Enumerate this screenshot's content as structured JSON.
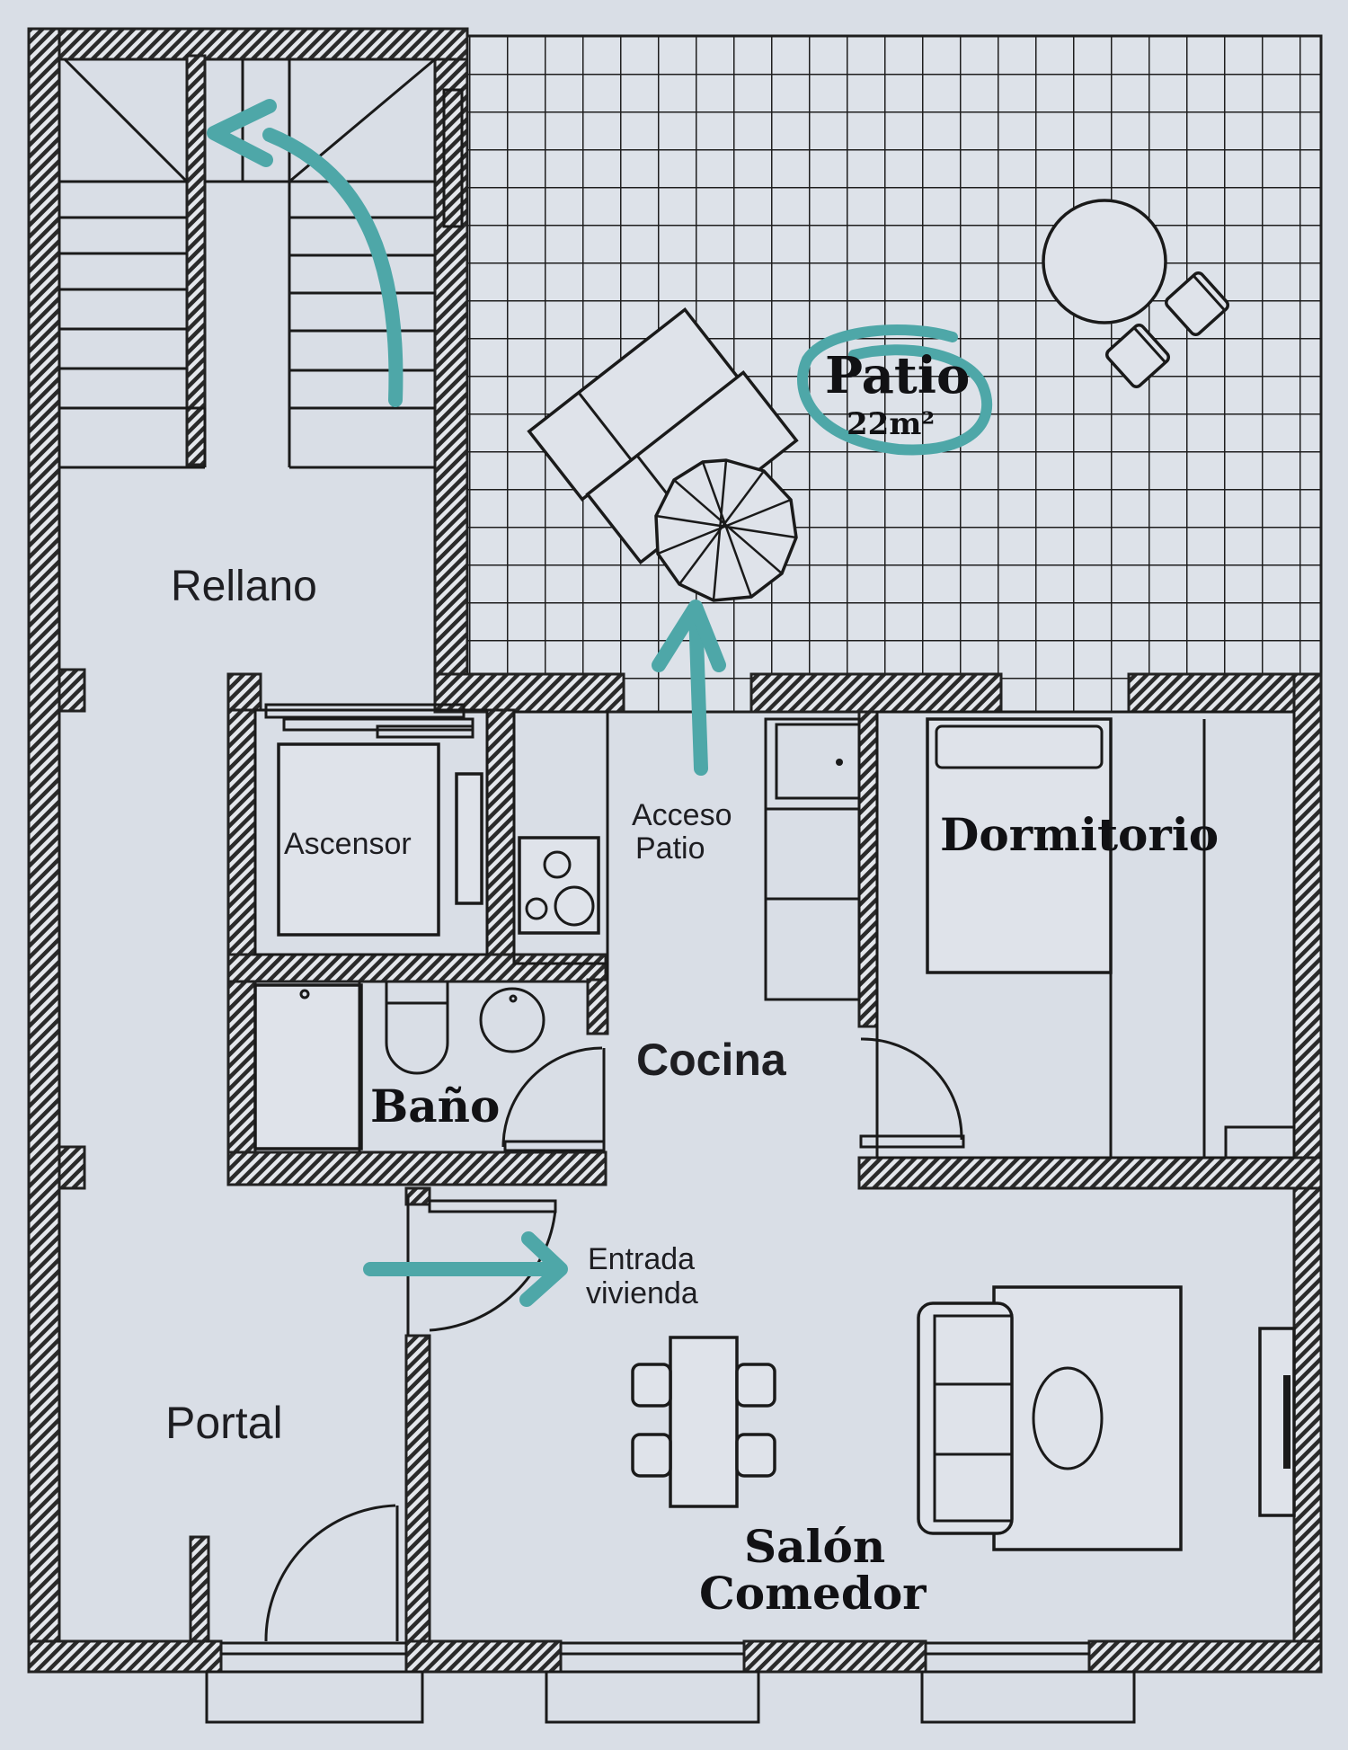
{
  "title": "Floor plan",
  "colors": {
    "background": "#d9dee6",
    "wall_ink": "#222222",
    "annotation": "#4ea7a8",
    "text": "#1e1e22"
  },
  "rooms": {
    "rellano": "Rellano",
    "patio": "Patio",
    "patio_area": "22m²",
    "ascensor": "Ascensor",
    "acceso_patio_line1": "Acceso",
    "acceso_patio_line2": "Patio",
    "dormitorio": "Dormitorio",
    "cocina": "Cocina",
    "bano": "Baño",
    "entrada_line1": "Entrada",
    "entrada_line2": "vivienda",
    "portal": "Portal",
    "salon_line1": "Salón",
    "salon_line2": "Comedor"
  },
  "annotations": [
    {
      "name": "stairs-up-arrow",
      "description": "curved arrow up the stairs"
    },
    {
      "name": "patio-access-arrow",
      "description": "arrow from kitchen to patio"
    },
    {
      "name": "entrance-arrow",
      "description": "arrow into the dwelling"
    },
    {
      "name": "patio-circle",
      "description": "hand-drawn circle around Patio label"
    }
  ]
}
